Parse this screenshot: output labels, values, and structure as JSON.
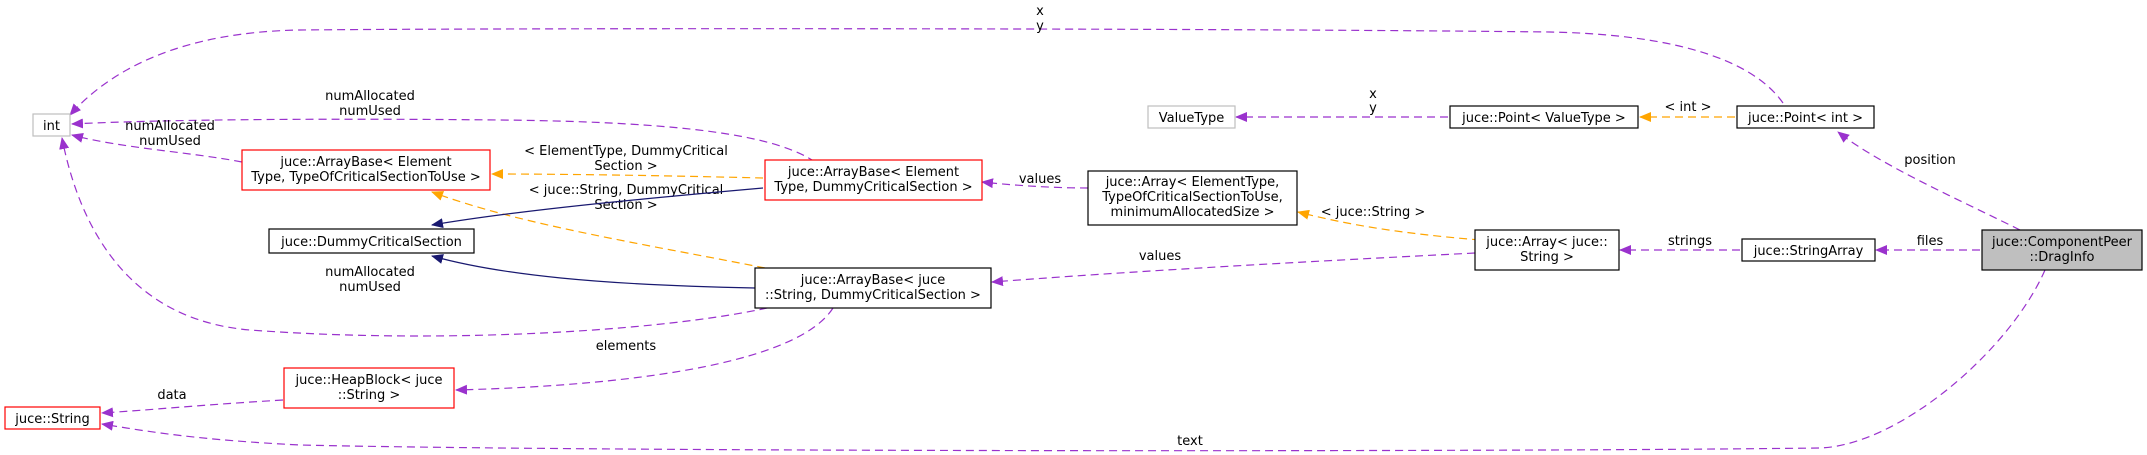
{
  "colors": {
    "member_edge": "#9a32cd",
    "template_edge": "#ffa500",
    "inherit_edge": "#191970",
    "node_normal": "#000000",
    "node_incomplete": "#ff0000",
    "node_external": "#bfbfbf",
    "node_focus_fill": "#bfbfbf"
  },
  "nodes": {
    "int": {
      "lines": [
        "int"
      ]
    },
    "valuetype": {
      "lines": [
        "ValueType"
      ]
    },
    "point_valuetype": {
      "lines": [
        "juce::Point< ValueType >"
      ]
    },
    "point_int": {
      "lines": [
        "juce::Point< int >"
      ]
    },
    "arraybase_elem_tocs": {
      "lines": [
        "juce::ArrayBase< Element",
        "Type, TypeOfCriticalSectionToUse >"
      ]
    },
    "arraybase_elem_dummy": {
      "lines": [
        "juce::ArrayBase< Element",
        "Type, DummyCriticalSection >"
      ]
    },
    "array_elem": {
      "lines": [
        "juce::Array< ElementType,",
        "TypeOfCriticalSectionToUse,",
        "minimumAllocatedSize >"
      ]
    },
    "dummy_cs": {
      "lines": [
        "juce::DummyCriticalSection"
      ]
    },
    "arraybase_string": {
      "lines": [
        "juce::ArrayBase< juce",
        "::String, DummyCriticalSection >"
      ]
    },
    "array_string": {
      "lines": [
        "juce::Array< juce::",
        "String >"
      ]
    },
    "stringarray": {
      "lines": [
        "juce::StringArray"
      ]
    },
    "draginfo": {
      "lines": [
        "juce::ComponentPeer",
        "::DragInfo"
      ]
    },
    "heapblock": {
      "lines": [
        "juce::HeapBlock< juce",
        "::String >"
      ]
    },
    "juce_string": {
      "lines": [
        "juce::String"
      ]
    }
  },
  "edges": {
    "point_int_to_int": [
      "x",
      "y"
    ],
    "arraybase_dummy_to_int": [
      "numAllocated",
      "numUsed"
    ],
    "arraybase_tocs_to_int": [
      "numAllocated",
      "numUsed"
    ],
    "arraybase_string_to_int": [
      "numAllocated",
      "numUsed"
    ],
    "point_vt_to_valuetype": [
      "x",
      "y"
    ],
    "point_int_to_point_vt": [
      "< int >"
    ],
    "arraybase_dummy_to_tocs": [
      "< ElementType, DummyCritical",
      "Section >"
    ],
    "arraybase_string_to_tocs": [
      "< juce::String, DummyCritical",
      "Section >"
    ],
    "array_elem_to_arraybase_dummy": [
      "values"
    ],
    "array_string_to_array_elem": [
      "< juce::String >"
    ],
    "array_string_to_arraybase_string": [
      "values"
    ],
    "stringarray_to_array_string": [
      "strings"
    ],
    "draginfo_to_stringarray": [
      "files"
    ],
    "draginfo_to_point_int": [
      "position"
    ],
    "arraybase_string_to_heapblock": [
      "elements"
    ],
    "heapblock_to_juce_string": [
      "data"
    ],
    "draginfo_to_juce_string": [
      "text"
    ]
  }
}
